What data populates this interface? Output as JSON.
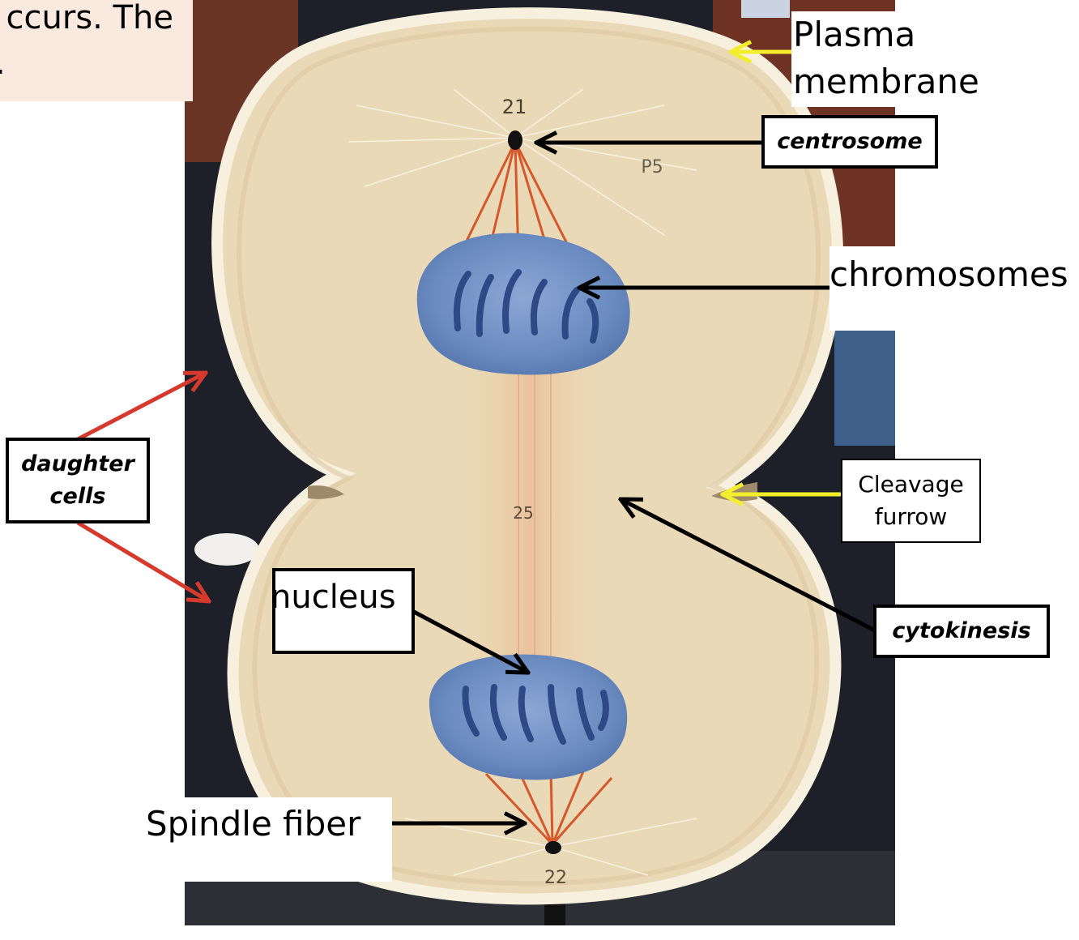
{
  "intro_text": {
    "line1": "ccurs. The",
    "line2": "."
  },
  "labels": {
    "plasma_membrane": {
      "line1": "Plasma",
      "line2": "membrane"
    },
    "centrosome": "centrosome",
    "chromosomes": "chromosomes",
    "daughter_cells": {
      "line1": "daughter",
      "line2": "cells"
    },
    "cleavage_furrow": {
      "line1": "Cleavage",
      "line2": "furrow"
    },
    "nucleus": "nucleus",
    "cytokinesis": "cytokinesis",
    "spindle_fiber": "Spindle fiber"
  },
  "model_markings": {
    "top_number": "21",
    "side_code": "P5",
    "middle_number": "25",
    "bottom_number": "22"
  },
  "colors": {
    "cell": "#ead9b6",
    "cell_edge": "#f6eedb",
    "nucleus": "#6e8fc2",
    "chromosome": "#2e4a86",
    "spindle": "#d5572a",
    "arrow_black": "#000000",
    "arrow_red": "#d63a2c",
    "arrow_yellow": "#f3ee2c",
    "backdrop": "#1d2028"
  }
}
